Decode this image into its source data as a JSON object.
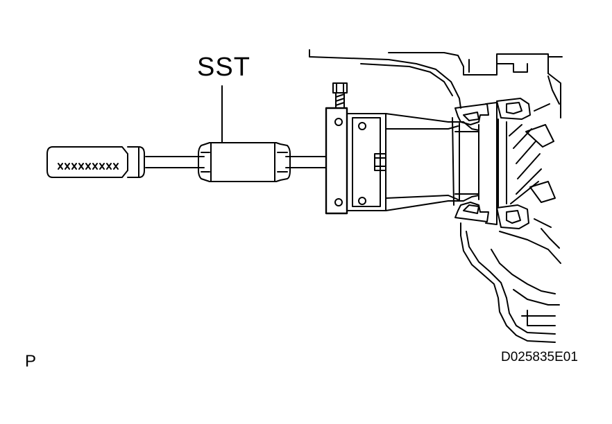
{
  "diagram": {
    "tool_label": "SST",
    "view_letter": "P",
    "figure_code": "D025835E01"
  }
}
